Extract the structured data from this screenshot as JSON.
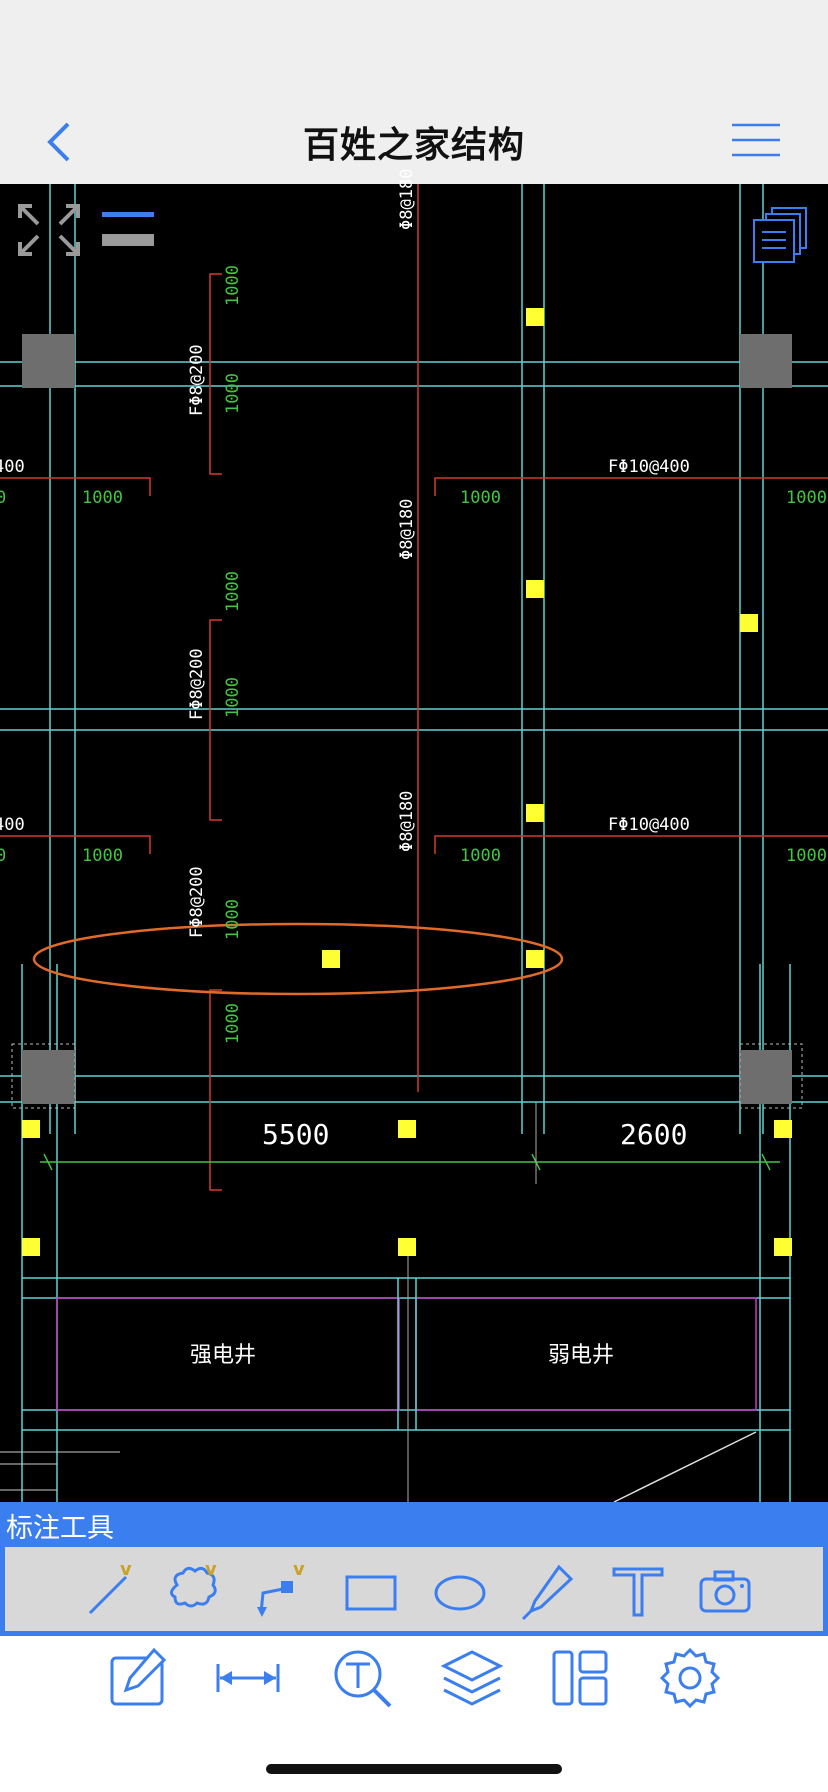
{
  "nav": {
    "title": "百姓之家结构",
    "back_icon": "chevron-left-icon",
    "menu_icon": "hamburger-menu-icon"
  },
  "drawing": {
    "labels": {
      "rebar_v1": "Φ8@180",
      "rebar_v2": "Φ8@180",
      "rebar_v3": "Φ8@180",
      "rebar_left1": "FΦ8@200",
      "rebar_left2": "FΦ8@200",
      "rebar_left3": "FΦ8@200",
      "rebar_right1": "FΦ10@400",
      "rebar_right2": "FΦ10@400",
      "rebar_left_cut1": "400",
      "rebar_left_cut2": "400",
      "dim_1000": "1000",
      "dim_0": "0",
      "dim_5500": "5500",
      "dim_2600": "2600",
      "room_strong": "强电井",
      "room_weak": "弱电井"
    }
  },
  "annotation_toolbar": {
    "title": "标注工具",
    "tools": [
      "line-tool-icon",
      "cloud-tool-icon",
      "leader-tool-icon",
      "rectangle-tool-icon",
      "ellipse-tool-icon",
      "pen-tool-icon",
      "text-tool-icon",
      "camera-tool-icon"
    ],
    "dropdown_marker": "v"
  },
  "bottom_bar": {
    "items": [
      "edit-icon",
      "measure-icon",
      "text-search-icon",
      "layers-icon",
      "layout-icon",
      "settings-icon"
    ]
  },
  "colors": {
    "accent": "#3b7ef0",
    "canvas_bg": "#000000",
    "cyan": "#5fd3d3",
    "red": "#d23a2a",
    "green": "#43c443",
    "yellow": "#ffff33",
    "orange": "#e06a28",
    "magenta": "#c23bc2"
  }
}
